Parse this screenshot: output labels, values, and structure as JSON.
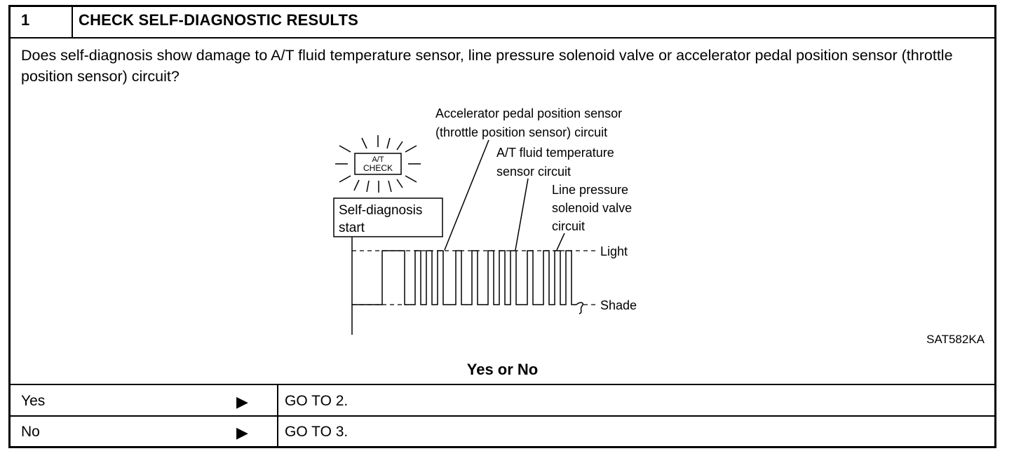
{
  "step": {
    "number": "1",
    "title": "CHECK SELF-DIAGNOSTIC RESULTS"
  },
  "question": "Does self-diagnosis show damage to A/T fluid temperature sensor, line pressure solenoid valve or accelerator pedal position sensor (throttle position sensor) circuit?",
  "figure": {
    "lamp_line1": "A/T",
    "lamp_line2": "CHECK",
    "start_box_line1": "Self-diagnosis",
    "start_box_line2": "start",
    "label_app_line1": "Accelerator pedal position sensor",
    "label_app_line2": "(throttle position sensor) circuit",
    "label_fluid_line1": "A/T fluid temperature",
    "label_fluid_line2": "sensor circuit",
    "label_line_line1": "Line pressure",
    "label_line_line2": "solenoid valve",
    "label_line_line3": "circuit",
    "level_light": "Light",
    "level_shade": "Shade",
    "code": "SAT582KA"
  },
  "result_heading": "Yes or No",
  "rows": [
    {
      "label": "Yes",
      "arrow": "▶",
      "action": "GO TO 2."
    },
    {
      "label": "No",
      "arrow": "▶",
      "action": "GO TO 3."
    }
  ]
}
